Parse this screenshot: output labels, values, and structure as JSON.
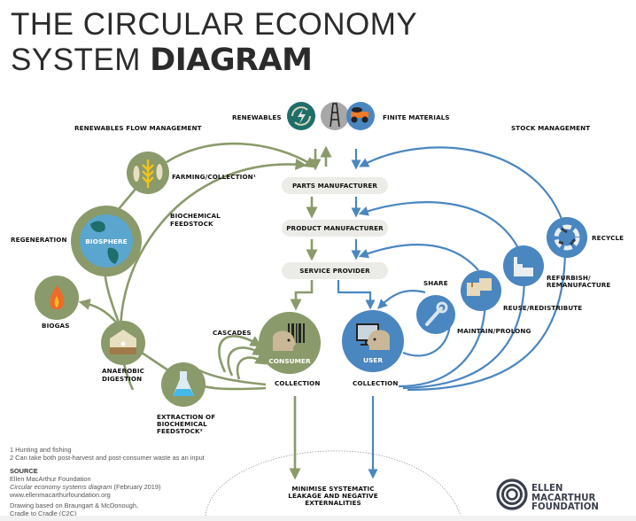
{
  "title": {
    "line1": "THE CIRCULAR ECONOMY",
    "line2_regular": "SYSTEM",
    "line2_bold": "DIAGRAM"
  },
  "colors": {
    "green": "#8a9a6a",
    "green_dark": "#7c8c5c",
    "blue": "#4a86c0",
    "teal": "#1e6e6a",
    "grey_pill": "#ebebe7",
    "skin": "#c9b797"
  },
  "sources": {
    "renewables": "RENEWABLES",
    "finite": "FINITE MATERIALS",
    "icons": [
      "renewable-energy-icon",
      "oil-derrick-icon",
      "mining-truck-icon"
    ]
  },
  "sections": {
    "renewables_flow": "RENEWABLES FLOW MANAGEMENT",
    "stock": "STOCK MANAGEMENT"
  },
  "value_chain": [
    {
      "label": "PARTS MANUFACTURER"
    },
    {
      "label": "PRODUCT MANUFACTURER"
    },
    {
      "label": "SERVICE PROVIDER"
    }
  ],
  "biological": {
    "farming": "FARMING/COLLECTION¹",
    "biochemical_feedstock": [
      "BIOCHEMICAL",
      "FEEDSTOCK"
    ],
    "regeneration": "REGENERATION",
    "biosphere": "BIOSPHERE",
    "biogas": "BIOGAS",
    "anaerobic": [
      "ANAEROBIC",
      "DIGESTION"
    ],
    "extraction": [
      "EXTRACTION OF",
      "BIOCHEMICAL",
      "FEEDSTOCK²"
    ],
    "cascades": "CASCADES",
    "consumer": "CONSUMER",
    "collection": "COLLECTION"
  },
  "technical": {
    "user": "USER",
    "collection": "COLLECTION",
    "share": "SHARE",
    "maintain": "MAINTAIN/PROLONG",
    "reuse": "REUSE/REDISTRIBUTE",
    "refurbish": [
      "REFURBISH/",
      "REMANUFACTURE"
    ],
    "recycle": "RECYCLE"
  },
  "leakage": [
    "MINIMISE SYSTEMATIC",
    "LEAKAGE AND NEGATIVE",
    "EXTERNALITIES"
  ],
  "footnotes": {
    "note1": "1 Hunting and fishing",
    "note2": "2 Can take both post-harvest and post-consumer waste as an input",
    "source_heading": "SOURCE",
    "source_org": "Ellen MacArthur Foundation",
    "source_title": "Circular economy systems diagram",
    "source_date": "(February 2019)",
    "source_url": "www.ellenmacarthurfoundation.org",
    "drawing_line1": "Drawing based on Braungart & McDonough,",
    "drawing_line2": "Cradle to Cradle (C2C)"
  },
  "logo": {
    "line1": "ELLEN MACARTHUR",
    "line2": "FOUNDATION"
  }
}
